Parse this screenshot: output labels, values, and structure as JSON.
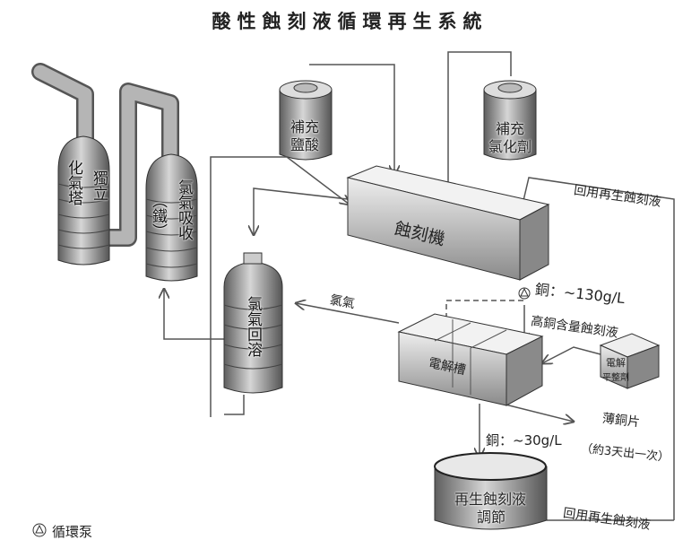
{
  "title": "酸性蝕刻液循環再生系統",
  "units": {
    "tower_oxidation": {
      "col1": "獨立",
      "col2": "化氣塔"
    },
    "tower_absorption": {
      "col1": "氯氣吸收",
      "col2": "（鐵）"
    },
    "tank_hcl": {
      "line1": "補充",
      "line2": "鹽酸"
    },
    "tank_chlorinator": {
      "line1": "補充",
      "line2": "氯化劑"
    },
    "etcher": "蝕刻機",
    "chlorine_redissolve": "氯氣回溶",
    "electrolysis_cell": "電解槽",
    "leveler": {
      "line1": "電解",
      "line2": "平整劑"
    },
    "regen_tank": {
      "line1": "再生蝕刻液",
      "line2": "調節"
    }
  },
  "labels": {
    "reuse_top": "回用再生蝕刻液",
    "reuse_bottom": "回用再生蝕刻液",
    "chlorine": "氯氣",
    "copper_high": "銅：~130g/L",
    "high_copper_liquid": "高銅含量蝕刻液",
    "copper_low": "銅：~30g/L",
    "thin_copper": "薄銅片",
    "thin_copper_freq": "（約3天出一次）"
  },
  "legend": {
    "pump_symbol": "△",
    "pump_label": "循環泵"
  },
  "colors": {
    "line": "#555555",
    "metal_dark": "#6f6f6f",
    "metal_light": "#d8d8d8"
  }
}
